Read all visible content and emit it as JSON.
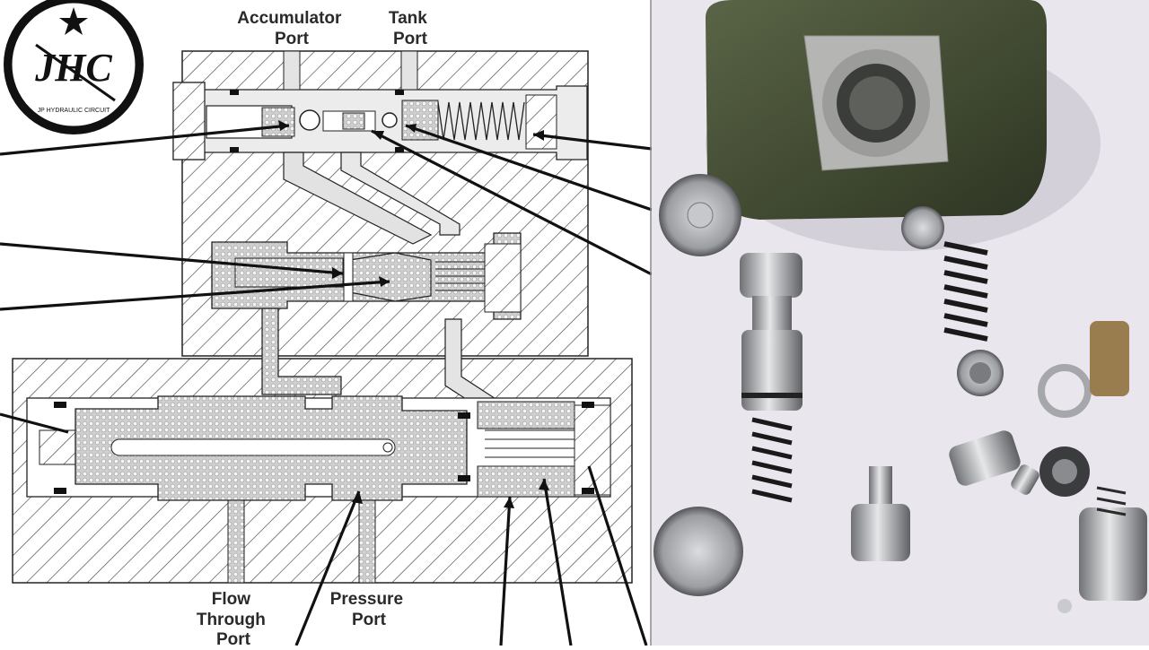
{
  "logo": {
    "text": "JHC",
    "subtext": "JP HYDRAULIC CIRCUIT"
  },
  "labels": {
    "accumulator_port": [
      "Accumulator",
      "Port"
    ],
    "tank_port": [
      "Tank",
      "Port"
    ],
    "flow_through_port": [
      "Flow",
      "Through",
      "Port"
    ],
    "pressure_port": [
      "Pressure",
      "Port"
    ]
  },
  "colors": {
    "outline": "#222222",
    "hatch": "#555555",
    "dot_fill": "#d6d6d6",
    "passage": "#e2e2e2",
    "valve_body": "#4f5a3c",
    "metal": "#b8b9bb",
    "photo_bg": "#e9e6ee"
  }
}
